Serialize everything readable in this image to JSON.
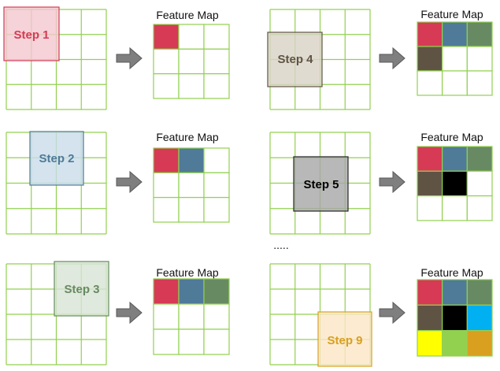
{
  "feature_map_title": "Feature Map",
  "ellipsis": ".....",
  "colors": {
    "grid_line": "#92d050",
    "arrow_fill": "#7f7f7f",
    "arrow_stroke": "#595959",
    "empty_cell": "#ffffff"
  },
  "cell_colors": [
    "#d63a55",
    "#4f7a98",
    "#678a62",
    "#5f5444",
    "#000000",
    "#00b0f0",
    "#ffff00",
    "#92d050",
    "#d9a020"
  ],
  "steps": [
    {
      "label": "Step 1",
      "filled": 1,
      "text_color": "#d63a55",
      "window_fill": "#f4c7cf",
      "window_stroke": "#d63a55"
    },
    {
      "label": "Step 2",
      "filled": 2,
      "text_color": "#4f7a98",
      "window_fill": "#c9dcea",
      "window_stroke": "#4f7a98"
    },
    {
      "label": "Step 3",
      "filled": 3,
      "text_color": "#678a62",
      "window_fill": "#d7e3d4",
      "window_stroke": "#678a62"
    },
    {
      "label": "Step 4",
      "filled": 4,
      "text_color": "#5f5444",
      "window_fill": "#d8d2c5",
      "window_stroke": "#5f5444"
    },
    {
      "label": "Step 5",
      "filled": 5,
      "text_color": "#000000",
      "window_fill": "#a6a6a6",
      "window_stroke": "#262626"
    },
    {
      "label": "Step 9",
      "filled": 9,
      "text_color": "#d9a020",
      "window_fill": "#fbe6c6",
      "window_stroke": "#d9a020"
    }
  ]
}
